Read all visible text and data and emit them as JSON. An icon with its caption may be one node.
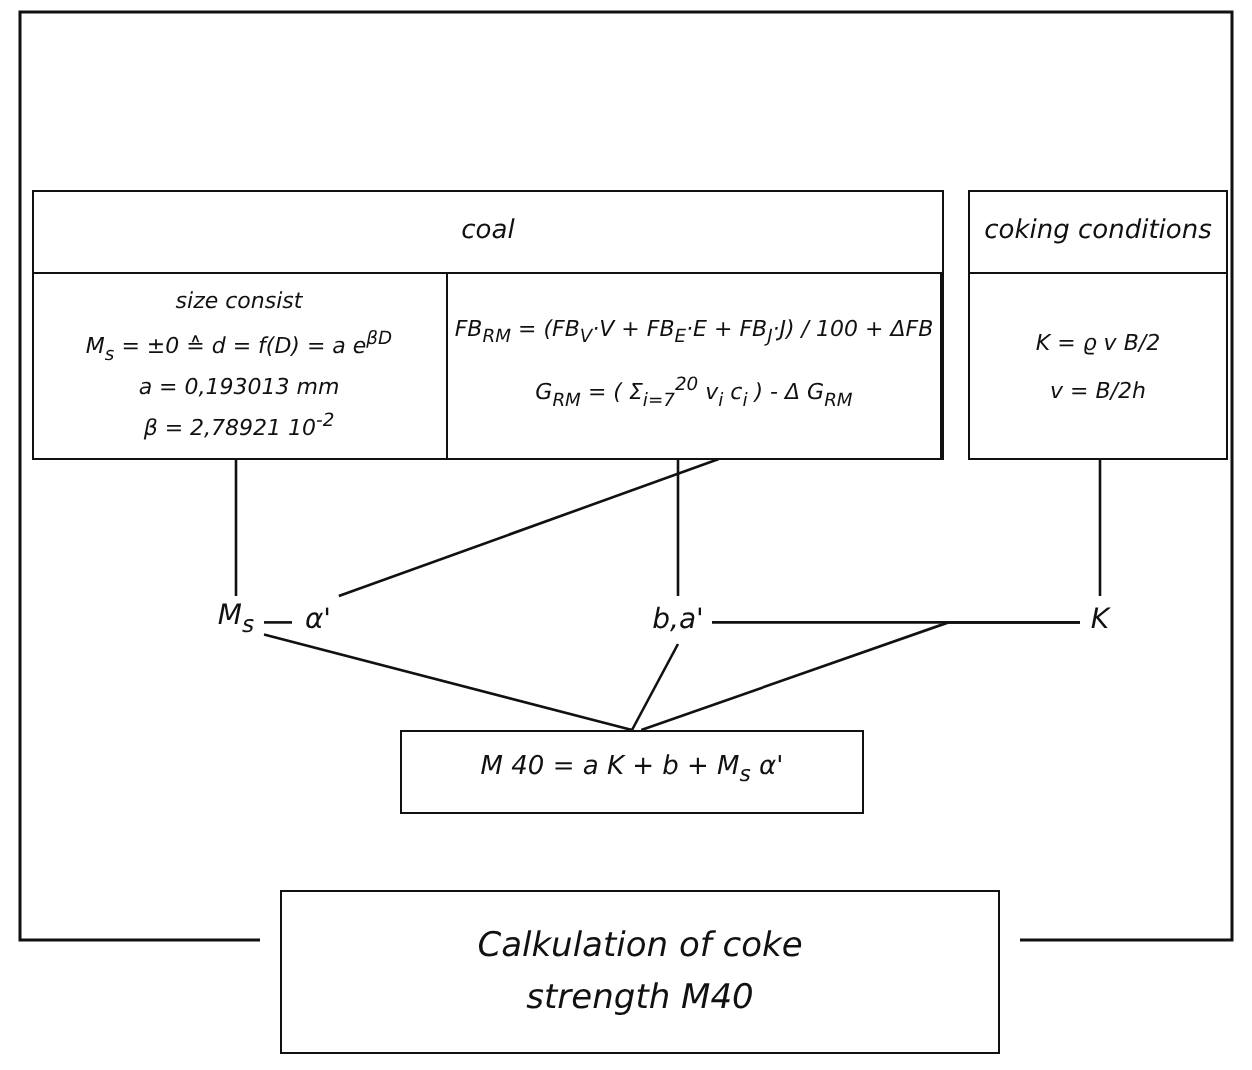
{
  "diagram": {
    "nodes": [
      {
        "text": [
          "coal"
        ]
      },
      {
        "text": [
          "size consist",
          "M$_{s}$ = ±0 ≙ d = f(D) = a e$^{βD}$",
          "a = 0,193013 mm",
          "β = 2,78921 10$^{-2}$"
        ],
        "in": 0
      },
      {
        "text": [
          "FB$_{RM}$ = (FB$_{V}$·V + FB$_{E}$·E + FB$_{J}$·J) / 100 + ΔFB",
          "G$_{RM}$ = ( Σ$_{i=7}$$^{20}$ v$_{i}$ c$_{i}$ ) - Δ G$_{RM}$"
        ],
        "in": 0
      },
      {
        "text": [
          "coking conditions",
          "K = ϱ v B/2",
          "v = B/2h"
        ]
      },
      {
        "text": [
          "M$_{s}$"
        ]
      },
      {
        "text": [
          "α'"
        ]
      },
      {
        "text": [
          "b,a'"
        ]
      },
      {
        "text": [
          "K"
        ]
      },
      {
        "text": [
          "M 40 = a K + b + M$_{s}$ α'"
        ]
      },
      {
        "text": [
          "Calkulation of coke strength M40"
        ]
      }
    ],
    "edges": [
      {
        "from": 1,
        "to": 4,
        "arrow": "none"
      },
      {
        "from": 2,
        "to": 5,
        "arrow": "none"
      },
      {
        "from": 2,
        "to": 6,
        "arrow": "none"
      },
      {
        "from": 3,
        "to": 7,
        "arrow": "none"
      },
      {
        "from": 4,
        "to": 5,
        "arrow": "none"
      },
      {
        "from": 6,
        "to": 7,
        "arrow": "none"
      },
      {
        "from": 4,
        "to": 8,
        "arrow": "none"
      },
      {
        "from": 6,
        "to": 8,
        "arrow": "none"
      },
      {
        "from": 7,
        "to": 8,
        "arrow": "none"
      }
    ]
  }
}
